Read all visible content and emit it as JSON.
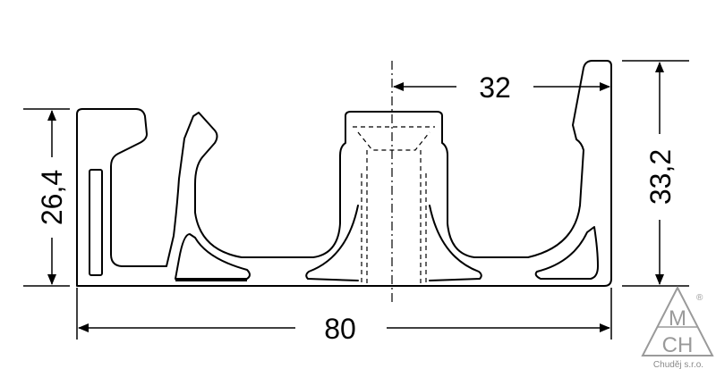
{
  "drawing": {
    "dimensions": {
      "overall_width": "80",
      "overall_height": "33,2",
      "left_height": "26,4",
      "top_width": "32"
    }
  },
  "logo": {
    "letters_top": "M",
    "letters_bottom": "CH",
    "registered": "®",
    "maker": "Chuděj s.r.o."
  },
  "colors": {
    "stroke": "#000000",
    "logo": "#9a9a9a"
  }
}
